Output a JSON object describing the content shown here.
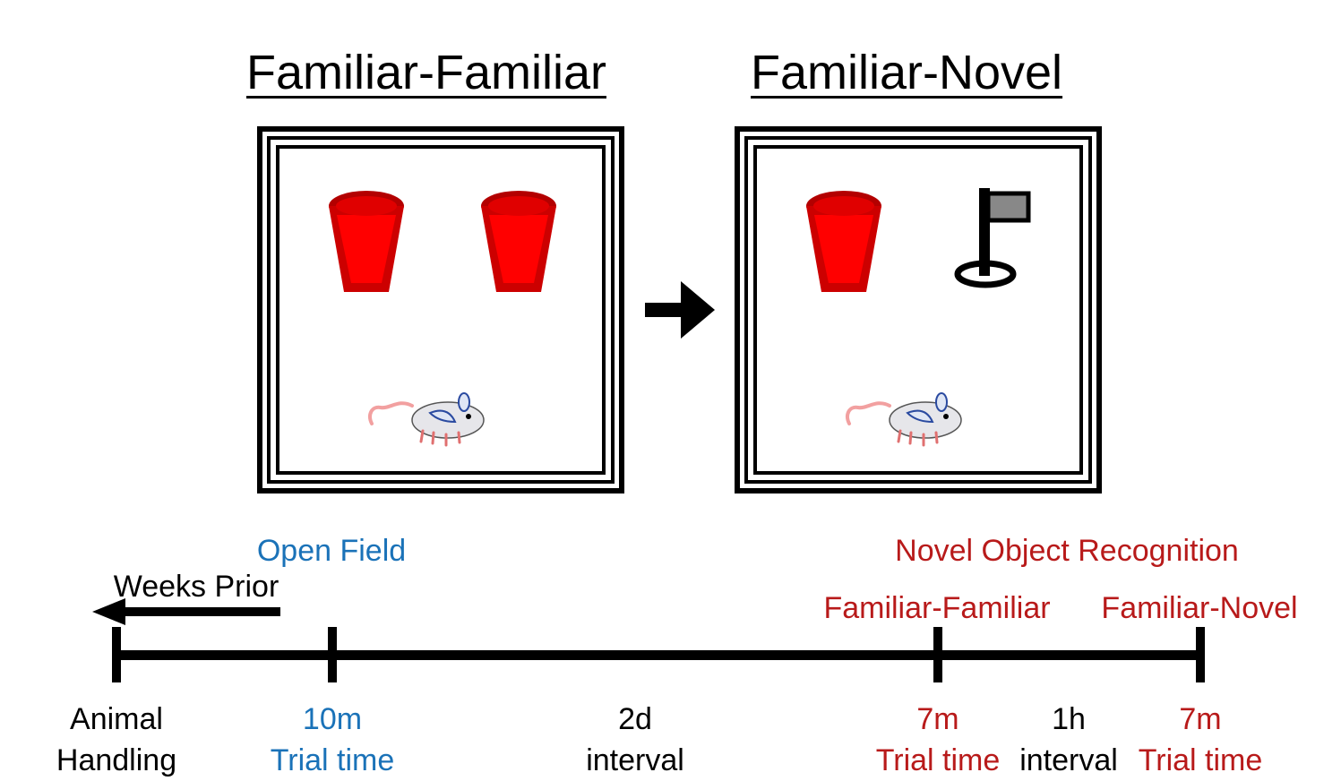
{
  "panels": {
    "left_title": "Familiar-Familiar",
    "right_title": "Familiar-Novel"
  },
  "timeline": {
    "open_field": "Open Field",
    "weeks_prior": "Weeks Prior",
    "nor_title": "Novel Object Recognition",
    "ff_label": "Familiar-Familiar",
    "fn_label": "Familiar-Novel",
    "t0_line1": "Animal",
    "t0_line2": "Handling",
    "t1_line1": "10m",
    "t1_line2": "Trial time",
    "gap1_line1": "2d",
    "gap1_line2": "interval",
    "t2_line1": "7m",
    "t2_line2": "Trial time",
    "gap2_line1": "1h",
    "gap2_line2": "interval",
    "t3_line1": "7m",
    "t3_line2": "Trial time"
  },
  "colors": {
    "blue": "#1a72b8",
    "red": "#b81a1a",
    "cup_red": "#ff0000",
    "cup_dark": "#b30000"
  }
}
